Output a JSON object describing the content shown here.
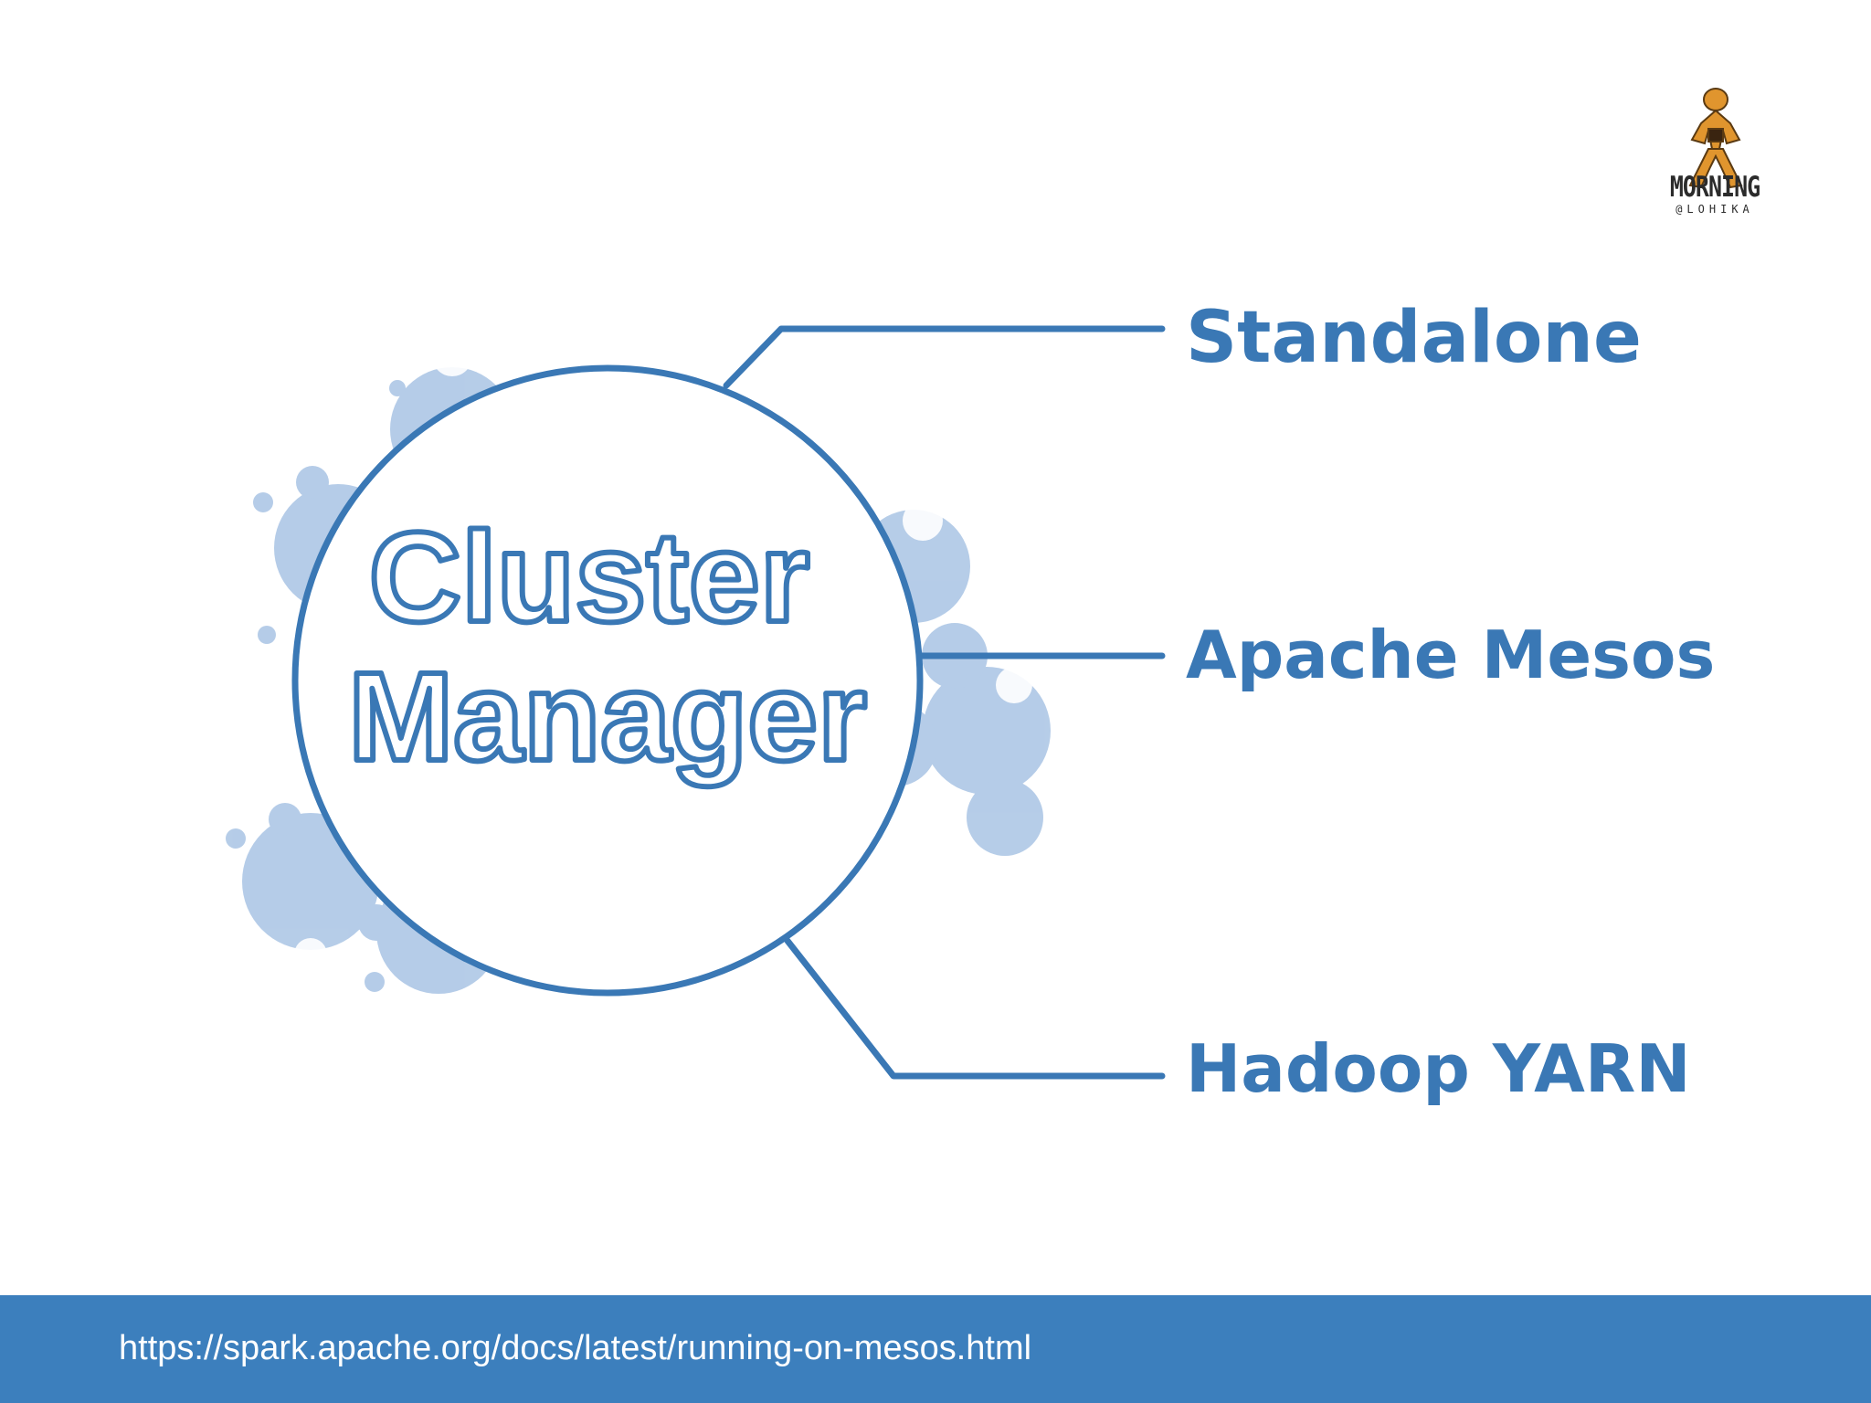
{
  "diagram": {
    "center_line1": "Cluster",
    "center_line2": "Manager",
    "branches": [
      "Standalone",
      "Apache Mesos",
      "Hadoop YARN"
    ]
  },
  "logo": {
    "word": "MORNING",
    "sub": "@LOHIKA"
  },
  "footer": {
    "url": "https://spark.apache.org/docs/latest/running-on-mesos.html"
  },
  "colors": {
    "accent": "#3a78b5",
    "bubble": "#a9c4e4",
    "footer": "#3c7fbd"
  }
}
